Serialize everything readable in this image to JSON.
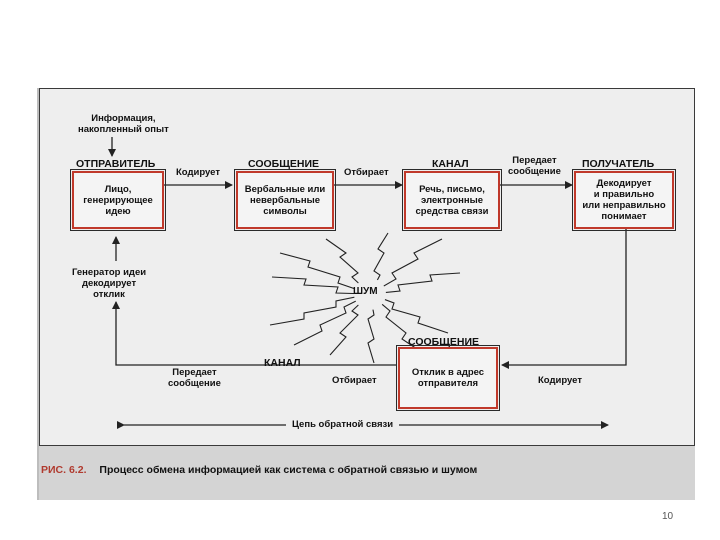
{
  "figure": {
    "caption_number": "РИС. 6.2.",
    "caption_text": "Процесс обмена информацией как система с обратной связью и шумом",
    "page_number": "10"
  },
  "top_note": [
    "Информация,",
    "накопленный опыт"
  ],
  "headers": {
    "sender": "ОТПРАВИТЕЛЬ",
    "message": "СООБЩЕНИЕ",
    "channel": "КАНАЛ",
    "receiver": "ПОЛУЧАТЕЛЬ",
    "feedback_message": "СООБЩЕНИЕ",
    "feedback_channel": "КАНАЛ",
    "noise": "ШУМ"
  },
  "boxes": {
    "sender": [
      "Лицо,",
      "генерирующее",
      "идею"
    ],
    "message": [
      "Вербальные или",
      "невербальные",
      "символы"
    ],
    "channel": [
      "Речь, письмо,",
      "электронные",
      "средства связи"
    ],
    "receiver": [
      "Декодирует",
      "и правильно",
      "или неправильно",
      "понимает"
    ],
    "feedback": [
      "Отклик в адрес",
      "отправителя"
    ]
  },
  "arrow_labels": {
    "encodes": "Кодирует",
    "selects": "Отбирает",
    "transmits": [
      "Передает",
      "сообщение"
    ],
    "feedback_encodes": "Кодирует",
    "feedback_selects": "Отбирает",
    "feedback_transmits": [
      "Передает",
      "сообщение"
    ],
    "idea_generator": [
      "Генератор идеи",
      "декодирует",
      "отклик"
    ]
  },
  "feedback_loop_label": "Цепь обратной связи"
}
